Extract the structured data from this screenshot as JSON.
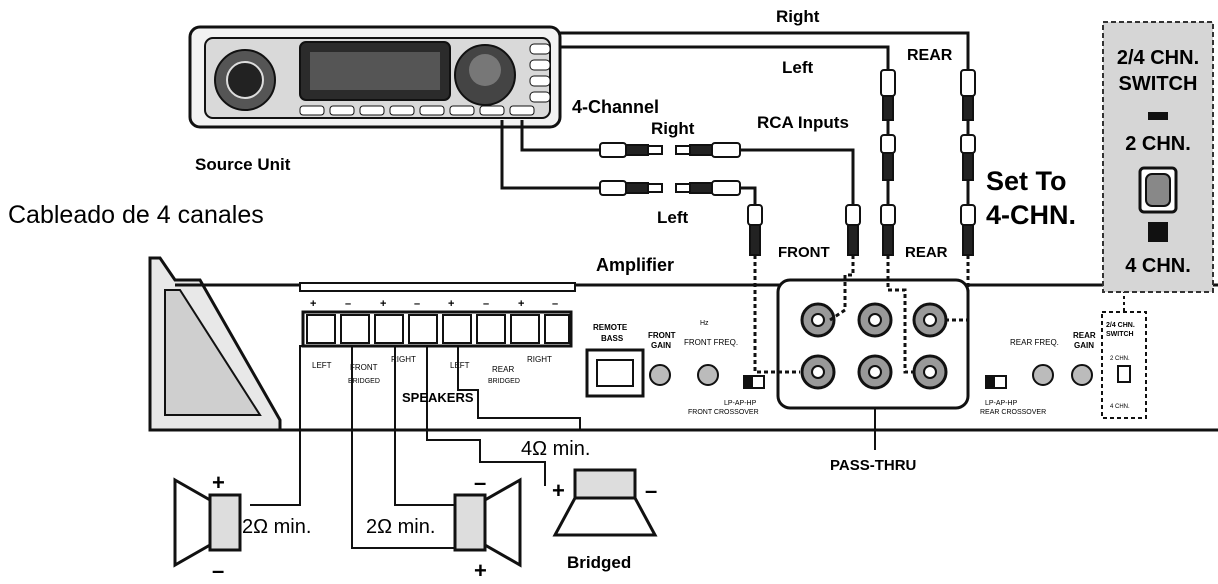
{
  "labels": {
    "source_unit": "Source Unit",
    "four_channel": "4-Channel",
    "rca_inputs": "RCA Inputs",
    "right_top": "Right",
    "left_top": "Left",
    "rear_top": "REAR",
    "right_mid": "Right",
    "left_mid": "Left",
    "set_to_1": "Set To",
    "set_to_2": "4-CHN.",
    "title_es": "Cableado de 4 canales",
    "amplifier": "Amplifier",
    "front": "FRONT",
    "rear": "REAR",
    "pass_thru": "PASS-THRU",
    "speakers": "SPEAKERS",
    "bridged": "Bridged",
    "imp_bridged": "4Ω min.",
    "imp_left": "2Ω min.",
    "imp_mid": "2Ω min.",
    "plus": "+",
    "minus": "–"
  },
  "switch_panel": {
    "title_1": "2/4 CHN.",
    "title_2": "SWITCH",
    "two_chn": "2 CHN.",
    "four_chn": "4 CHN."
  },
  "amp_panel": {
    "left": "LEFT",
    "front": "FRONT",
    "right": "RIGHT",
    "bridged": "BRIDGED",
    "left2": "LEFT",
    "rear": "REAR",
    "right2": "RIGHT",
    "bridged2": "BRIDGED",
    "remote_bass_1": "REMOTE",
    "remote_bass_2": "BASS",
    "front_gain_1": "FRONT",
    "front_gain_2": "GAIN",
    "front_freq": "FRONT FREQ.",
    "hz": "Hz",
    "lp_ap_hp": "LP-AP-HP",
    "front_crossover": "FRONT CROSSOVER",
    "rear_freq": "REAR FREQ.",
    "rear_gain_1": "REAR",
    "rear_gain_2": "GAIN",
    "rear_crossover": "REAR CROSSOVER",
    "chn_switch_1": "2/4 CHN.",
    "chn_switch_2": "SWITCH",
    "two_chn_small": "2 CHN.",
    "four_chn_small": "4 CHN."
  }
}
